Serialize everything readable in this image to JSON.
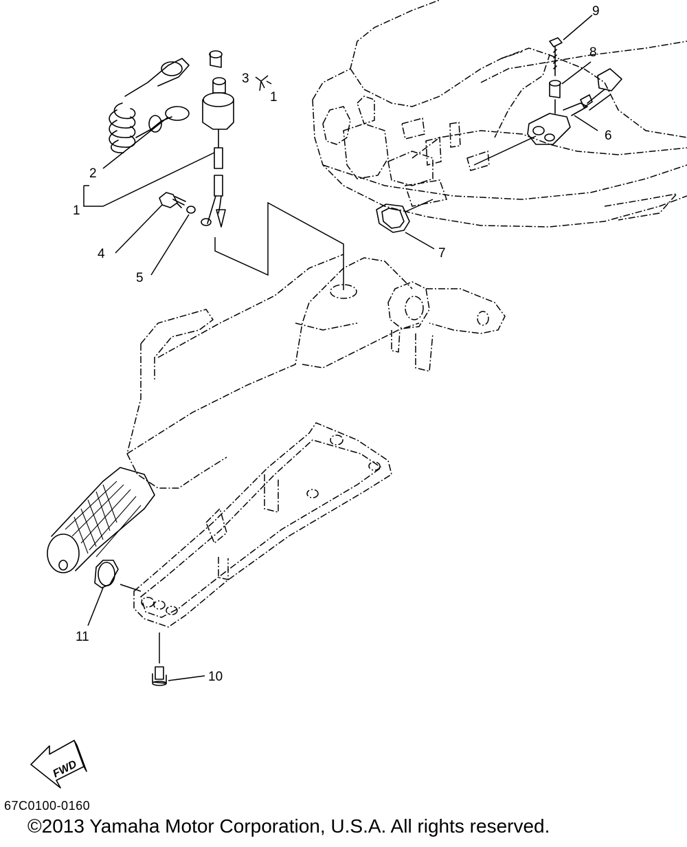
{
  "callouts": [
    "1",
    "2",
    "3",
    "1",
    "4",
    "5",
    "6",
    "7",
    "8",
    "9",
    "10",
    "11"
  ],
  "fwd_label": "FWD",
  "diagram_code": "67C0100-0160",
  "copyright": "©2013 Yamaha Motor Corporation, U.S.A. All rights reserved."
}
